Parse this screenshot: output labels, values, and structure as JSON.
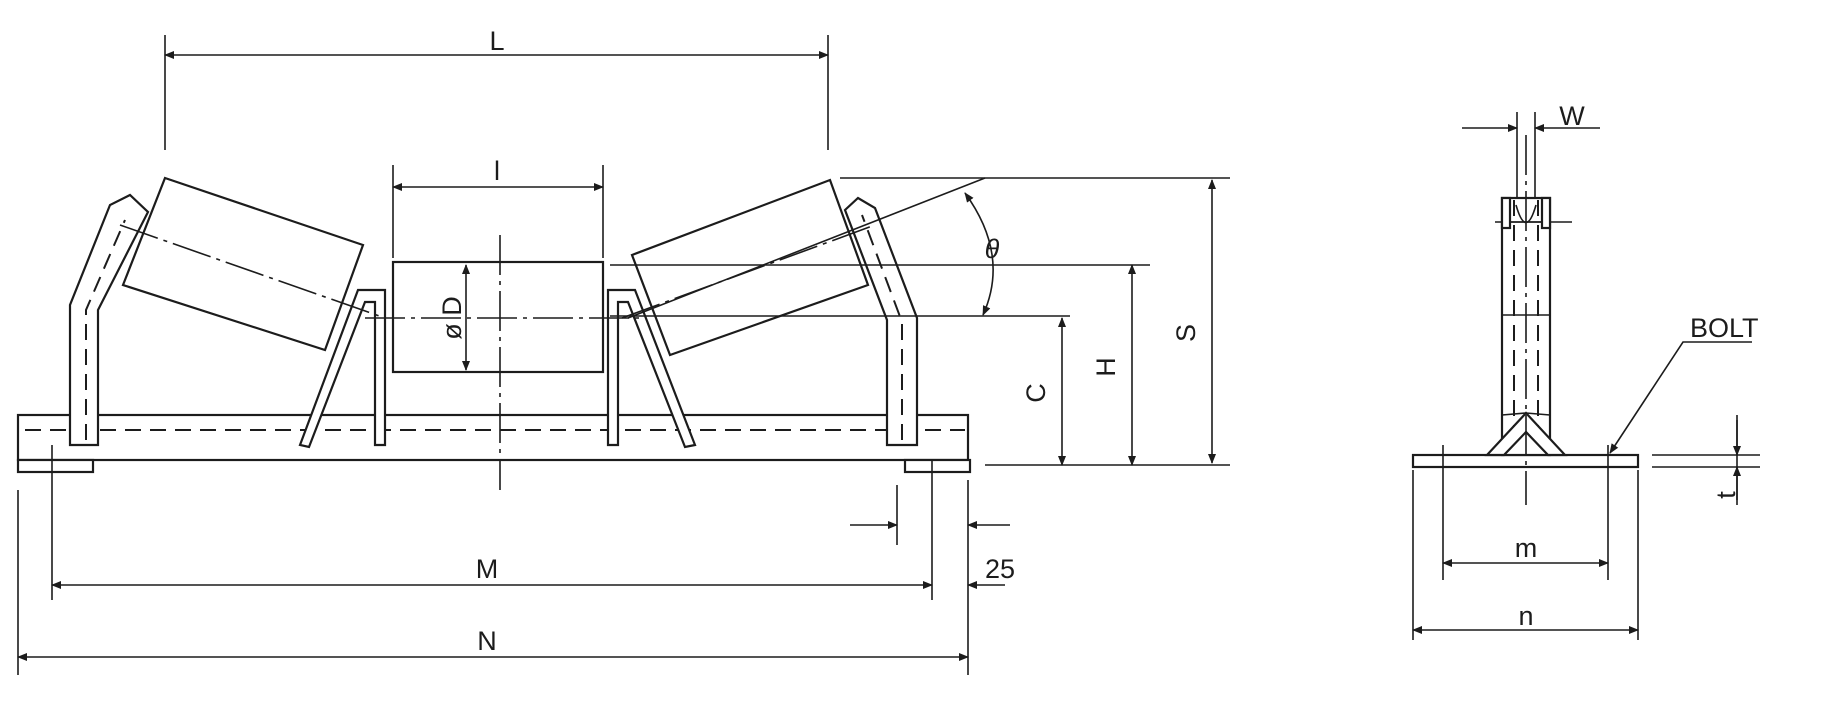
{
  "labels": {
    "L": "L",
    "l": "l",
    "theta": "θ",
    "D": "D",
    "C": "C",
    "H": "H",
    "S": "S",
    "M": "M",
    "N": "N",
    "offset": "25",
    "W": "W",
    "bolt": "BOLT",
    "t": "t",
    "m": "m",
    "n": "n"
  },
  "colors": {
    "line": "#1c1c1c",
    "background": "#ffffff"
  }
}
